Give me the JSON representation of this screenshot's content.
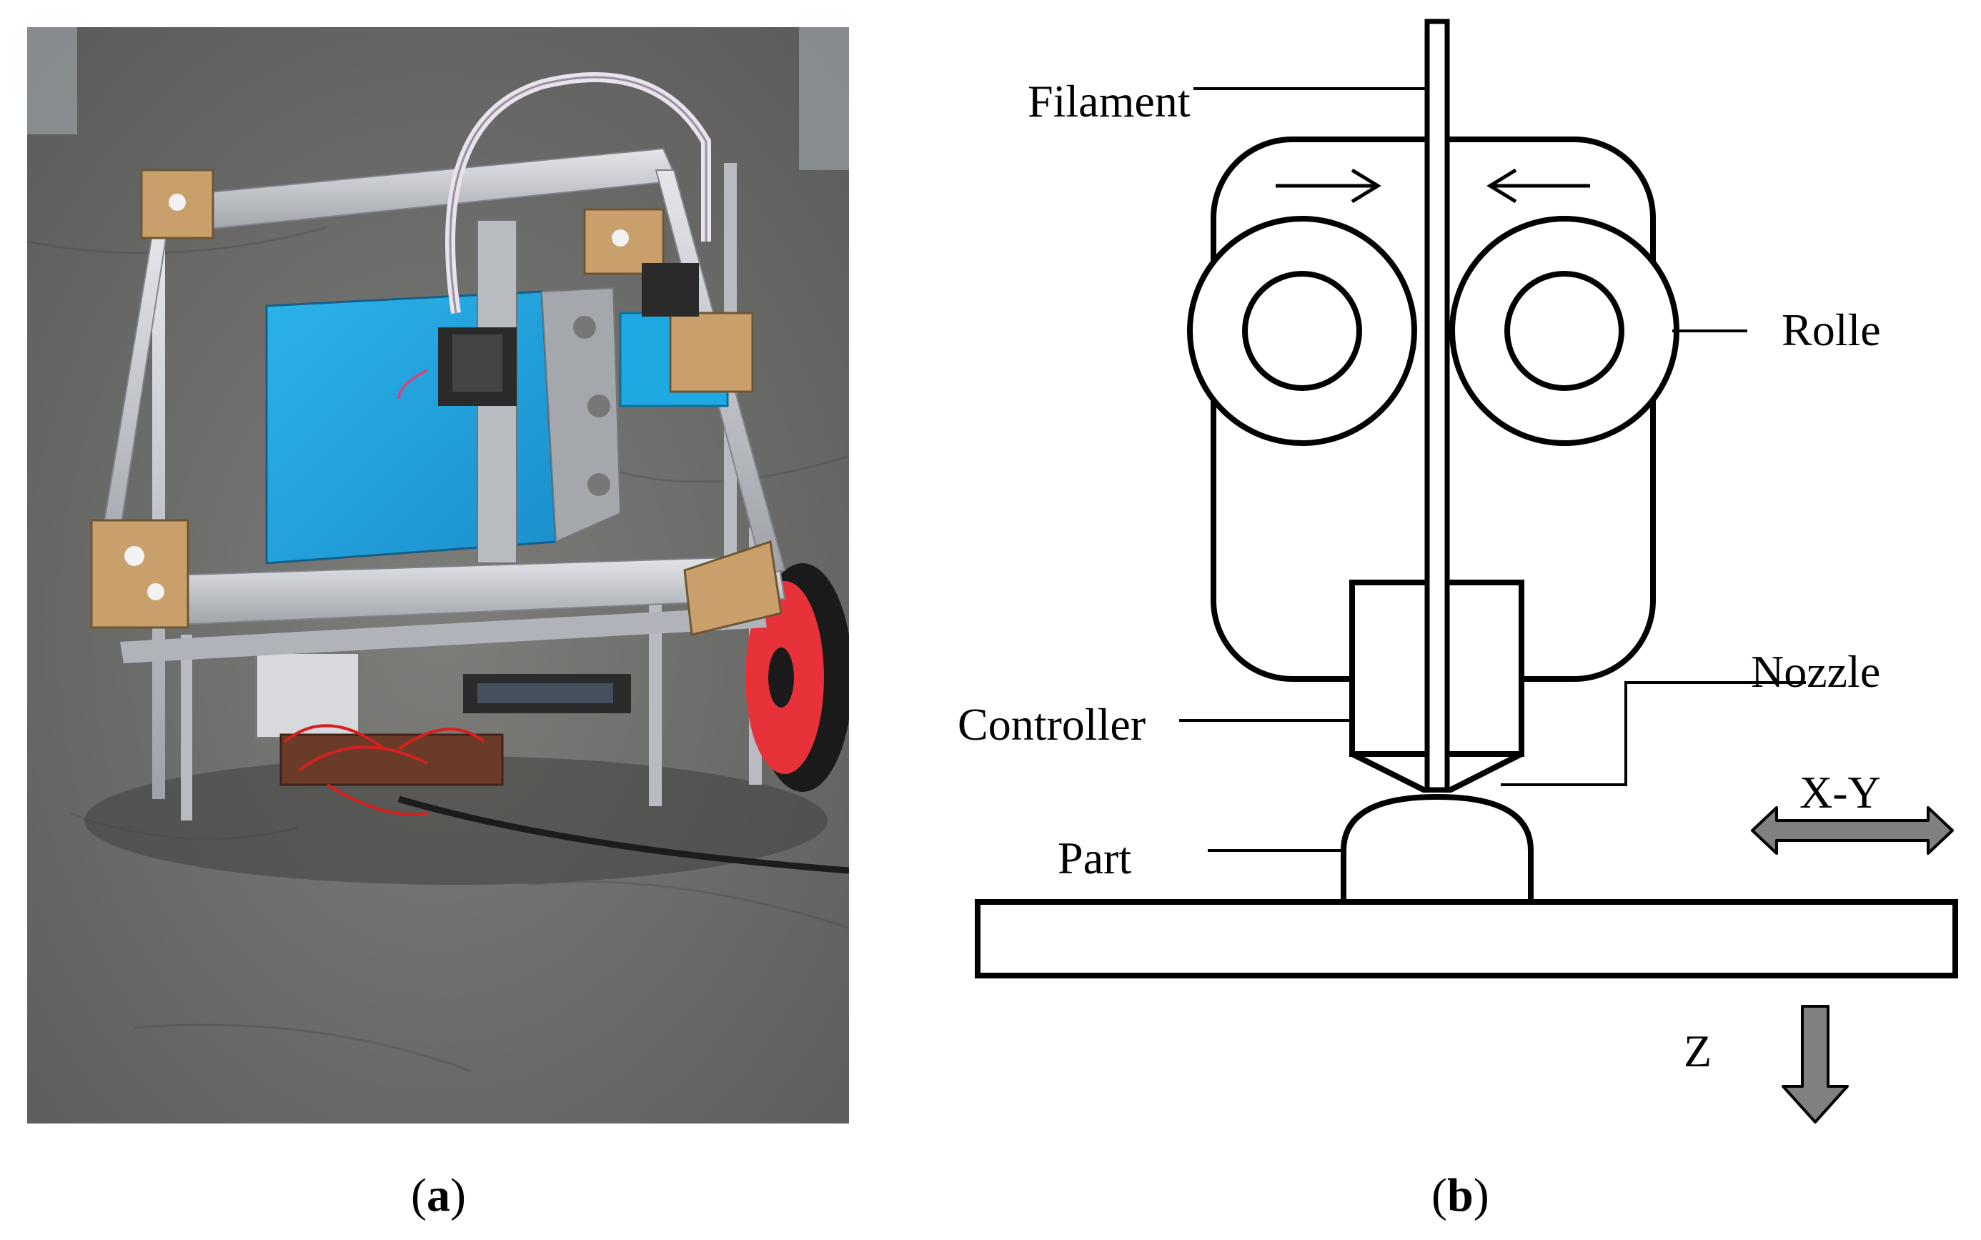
{
  "panels": {
    "a": {
      "caption_open": "(",
      "caption_letter": "a",
      "caption_close": ")",
      "content": "photograph"
    },
    "b": {
      "caption_open": "(",
      "caption_letter": "b",
      "caption_close": ")",
      "labels": {
        "filament": "Filament",
        "rolle": "Rolle",
        "nozzle": "Nozzle",
        "controller": "Controller",
        "part": "Part",
        "xy": "X-Y",
        "z": "Z"
      }
    }
  },
  "colors": {
    "arrow_fill": "#808080",
    "filament_spool": "#e8323a",
    "print_bed": "#22a7e0",
    "frame": "#c9ccd1"
  }
}
